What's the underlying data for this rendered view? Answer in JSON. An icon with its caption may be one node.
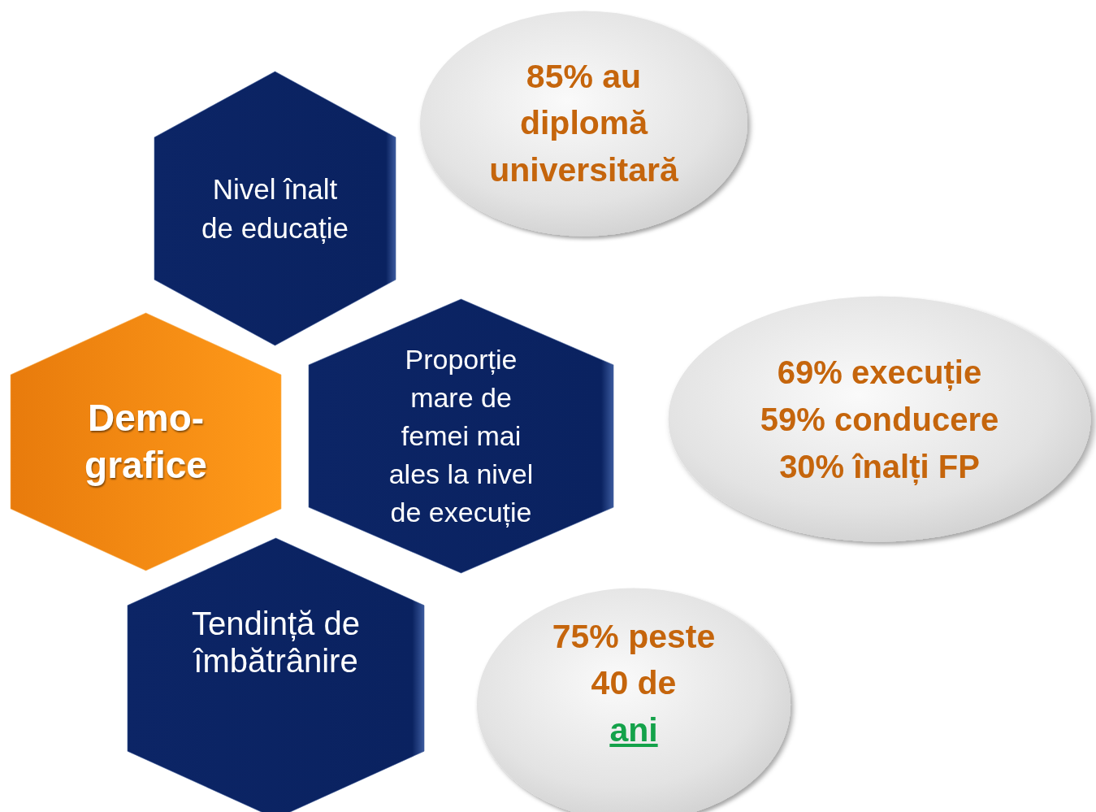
{
  "diagram": {
    "nodes": [
      {
        "text": [
          "Nivel înalt de educație"
        ]
      },
      {
        "text": [
          "85% au diplomă universitară"
        ]
      },
      {
        "text": [
          "Demo- grafice"
        ]
      },
      {
        "text": [
          "Proporție mare de femei mai ales la nivel de execuție"
        ]
      },
      {
        "text": [
          "69% execuție 59% conducere 30% înalți FP"
        ]
      },
      {
        "text": [
          "Tendință de îmbătrânire"
        ]
      },
      {
        "text": [
          "75% peste 40 de",
          "ani"
        ]
      }
    ]
  }
}
